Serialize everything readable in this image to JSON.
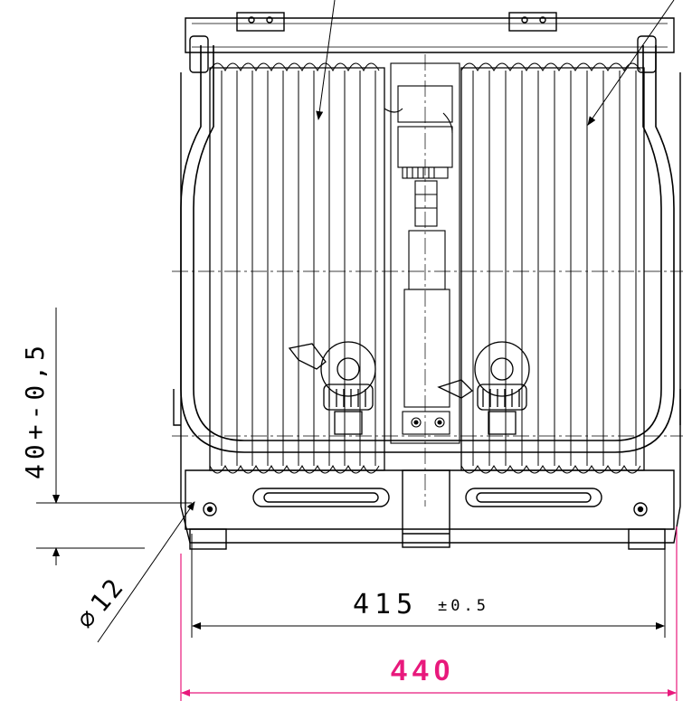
{
  "dimensions": {
    "height_tolerance": "40+-0,5",
    "radius": "12",
    "radius_symbol": "∅",
    "inner_width": "415",
    "inner_width_tolerance": "±0.5",
    "outer_width": "440"
  },
  "colors": {
    "line": "#000000",
    "magenta": "#e8197c",
    "background": "#ffffff"
  }
}
